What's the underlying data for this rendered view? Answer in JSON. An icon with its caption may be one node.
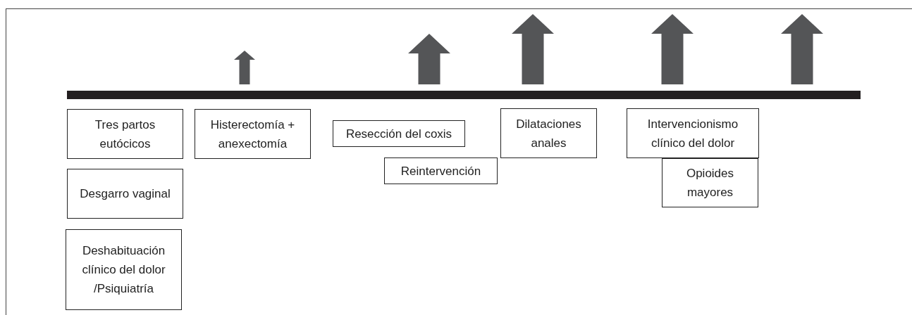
{
  "diagram": {
    "nodes": [
      {
        "text": [
          "Tres partos eutócicos"
        ]
      },
      {
        "text": [
          "Desgarro vaginal"
        ]
      },
      {
        "text": [
          "Deshabituación clínico del dolor /Psiquiatría"
        ]
      },
      {
        "text": [
          "Histerectomía + anexectomía"
        ]
      },
      {
        "text": [
          "Resección del coxis"
        ]
      },
      {
        "text": [
          "Reintervención"
        ]
      },
      {
        "text": [
          "Dilataciones anales"
        ]
      },
      {
        "text": [
          "Intervencionismo clínico del dolor"
        ]
      },
      {
        "text": [
          "Opioides mayores"
        ]
      }
    ]
  }
}
